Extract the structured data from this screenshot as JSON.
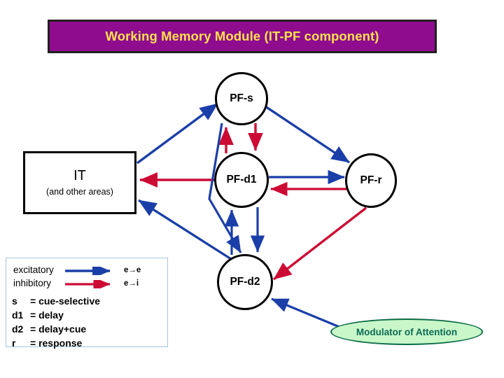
{
  "title": {
    "text": "Working Memory Module (IT-PF component)",
    "banner_color": "#8F0C8F",
    "text_color": "#FFE14D",
    "border_color": "#231f20"
  },
  "colors": {
    "excitatory": "#1B3FA8",
    "inhibitory": "#CC0B34",
    "node_outline": "#000000",
    "modulator_fill": "#C9F7C9",
    "modulator_border": "#0B6B45",
    "modulator_text": "#0B6B55",
    "legend_border": "#A8C4E0"
  },
  "nodes": {
    "it": {
      "label": "IT",
      "sublabel": "(and other areas)"
    },
    "pf_s": {
      "label": "PF-s"
    },
    "pf_d1": {
      "label": "PF-d1"
    },
    "pf_r": {
      "label": "PF-r"
    },
    "pf_d2": {
      "label": "PF-d2"
    },
    "modulator": {
      "label": "Modulator of Attention"
    }
  },
  "legend": {
    "rows": [
      {
        "name": "excitatory",
        "symbol": "e→e",
        "color": "#1B3FA8"
      },
      {
        "name": "inhibitory",
        "symbol": "e→i",
        "color": "#CC0B34"
      }
    ],
    "definitions": [
      {
        "key": "s",
        "value": "= cue-selective"
      },
      {
        "key": "d1",
        "value": "= delay"
      },
      {
        "key": "d2",
        "value": "= delay+cue"
      },
      {
        "key": "r",
        "value": "= response"
      }
    ]
  },
  "connections": [
    {
      "from": "IT",
      "to": "PF-s",
      "type": "excitatory"
    },
    {
      "from": "PF-s",
      "to": "PF-d1",
      "type": "inhibitory"
    },
    {
      "from": "PF-d1",
      "to": "PF-s",
      "type": "inhibitory"
    },
    {
      "from": "PF-d1",
      "to": "IT",
      "type": "inhibitory"
    },
    {
      "from": "PF-s",
      "to": "PF-r",
      "type": "excitatory"
    },
    {
      "from": "PF-d1",
      "to": "PF-r",
      "type": "excitatory"
    },
    {
      "from": "PF-r",
      "to": "PF-d1",
      "type": "inhibitory"
    },
    {
      "from": "PF-s",
      "to": "PF-d2",
      "type": "excitatory"
    },
    {
      "from": "PF-d1",
      "to": "PF-d2",
      "type": "excitatory"
    },
    {
      "from": "PF-d2",
      "to": "PF-d1",
      "type": "excitatory"
    },
    {
      "from": "PF-d2",
      "to": "IT",
      "type": "excitatory"
    },
    {
      "from": "PF-r",
      "to": "PF-d2",
      "type": "inhibitory"
    },
    {
      "from": "Modulator of Attention",
      "to": "PF-d2",
      "type": "excitatory"
    }
  ]
}
